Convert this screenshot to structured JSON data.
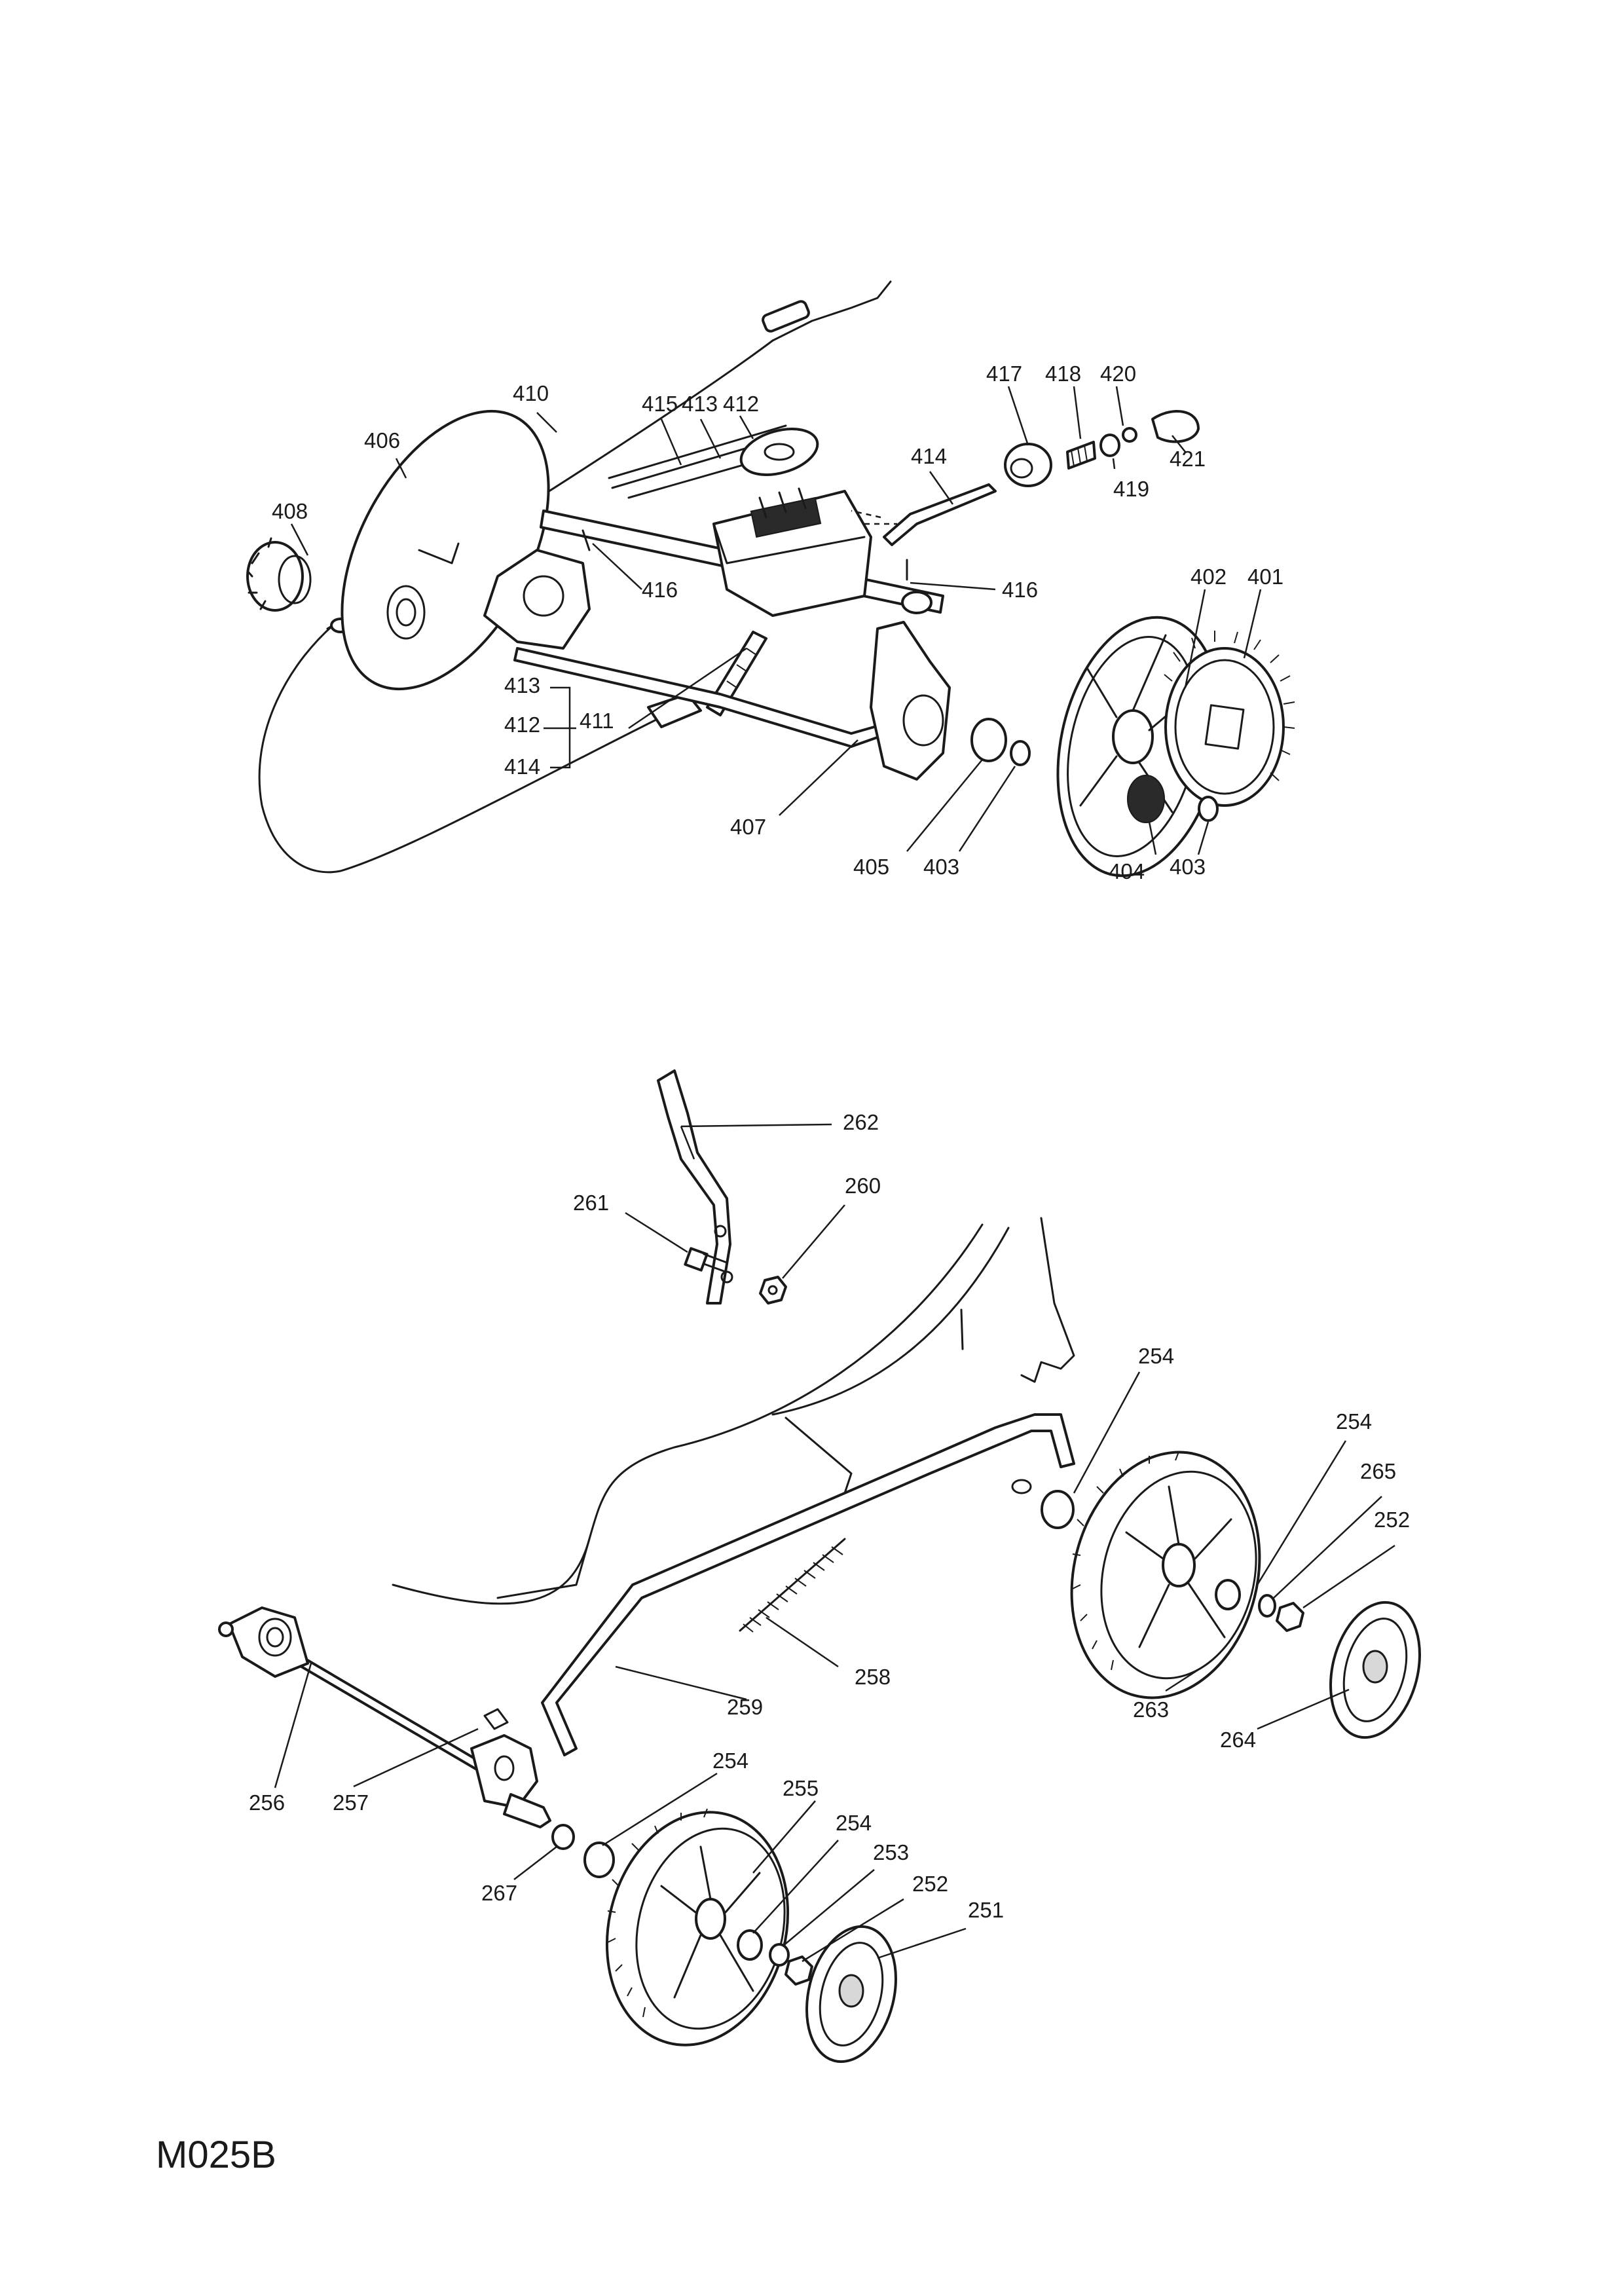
{
  "drawing_code": "M025B",
  "callouts": {
    "c401": "401",
    "c402": "402",
    "c403a": "403",
    "c403b": "403",
    "c404": "404",
    "c405": "405",
    "c406": "406",
    "c407": "407",
    "c408": "408",
    "c410": "410",
    "c411": "411",
    "c412a": "412",
    "c412b": "412",
    "c413a": "413",
    "c413b": "413",
    "c414a": "414",
    "c414b": "414",
    "c415": "415",
    "c416a": "416",
    "c416b": "416",
    "c417": "417",
    "c418": "418",
    "c419": "419",
    "c420": "420",
    "c421": "421",
    "c251": "251",
    "c252a": "252",
    "c252b": "252",
    "c253": "253",
    "c254a": "254",
    "c254b": "254",
    "c254c": "254",
    "c254d": "254",
    "c255": "255",
    "c256": "256",
    "c257": "257",
    "c258": "258",
    "c259": "259",
    "c260": "260",
    "c261": "261",
    "c262": "262",
    "c263": "263",
    "c264": "264",
    "c265": "265",
    "c267": "267"
  }
}
